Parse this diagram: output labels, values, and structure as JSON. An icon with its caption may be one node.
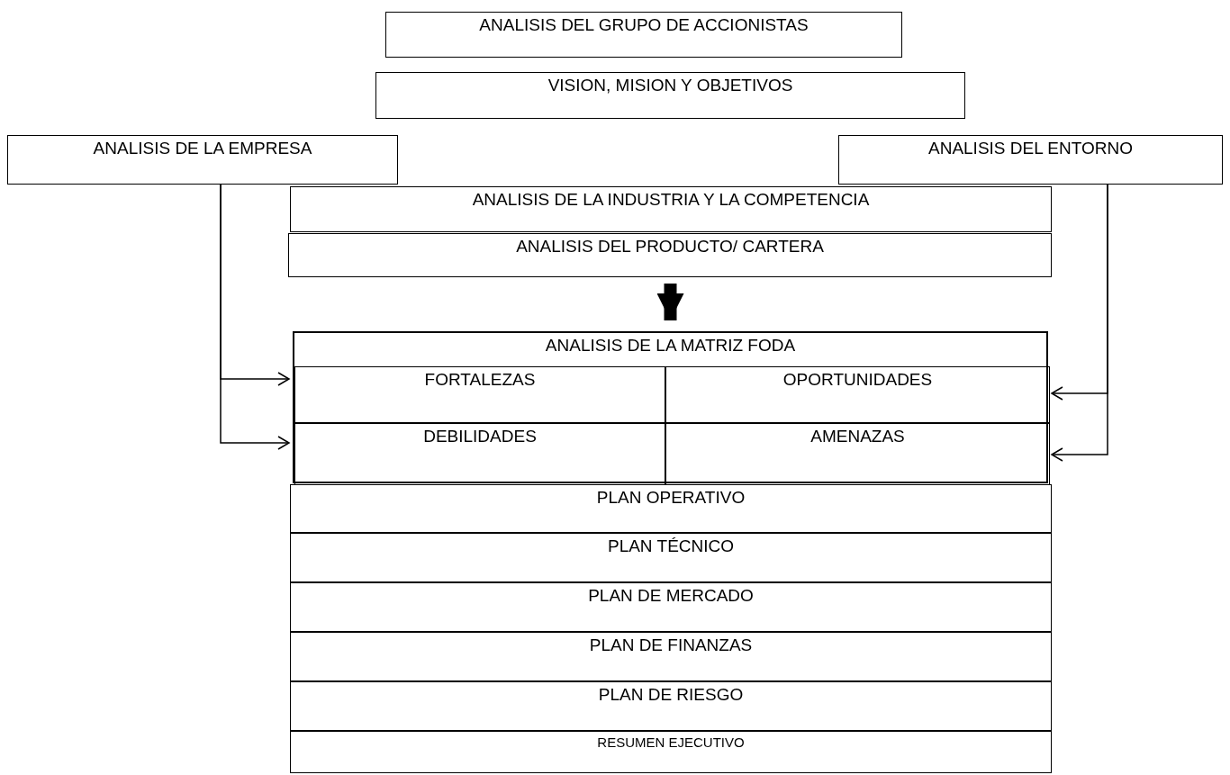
{
  "diagram": {
    "nodes": [
      {
        "text": [
          "ANALISIS DEL GRUPO DE ACCIONISTAS"
        ]
      },
      {
        "text": [
          "VISION, MISION Y OBJETIVOS"
        ]
      },
      {
        "text": [
          "ANALISIS DE LA EMPRESA"
        ]
      },
      {
        "text": [
          "ANALISIS DEL ENTORNO"
        ]
      },
      {
        "text": [
          "ANALISIS DE LA INDUSTRIA Y LA COMPETENCIA"
        ]
      },
      {
        "text": [
          "ANALISIS DEL PRODUCTO/ CARTERA"
        ]
      },
      {
        "text": [
          "ANALISIS DE LA MATRIZ FODA"
        ]
      },
      {
        "text": [
          "FORTALEZAS"
        ],
        "in": 6
      },
      {
        "text": [
          "OPORTUNIDADES"
        ],
        "in": 6
      },
      {
        "text": [
          "DEBILIDADES"
        ],
        "in": 6
      },
      {
        "text": [
          "AMENAZAS"
        ],
        "in": 6
      },
      {
        "text": [
          "PLAN OPERATIVO"
        ]
      },
      {
        "text": [
          "PLAN TÉCNICO"
        ]
      },
      {
        "text": [
          "PLAN DE MERCADO"
        ]
      },
      {
        "text": [
          "PLAN DE FINANZAS"
        ]
      },
      {
        "text": [
          "PLAN DE RIESGO"
        ]
      },
      {
        "text": [
          "RESUMEN EJECUTIVO"
        ]
      }
    ],
    "edges": [
      {
        "from": 2,
        "to": 7,
        "arrow": "to"
      },
      {
        "from": 2,
        "to": 9,
        "arrow": "to"
      },
      {
        "from": 3,
        "to": 8,
        "arrow": "to"
      },
      {
        "from": 3,
        "to": 10,
        "arrow": "to"
      },
      {
        "from": 5,
        "to": 6,
        "arrow": "to",
        "style": "thick"
      }
    ]
  }
}
